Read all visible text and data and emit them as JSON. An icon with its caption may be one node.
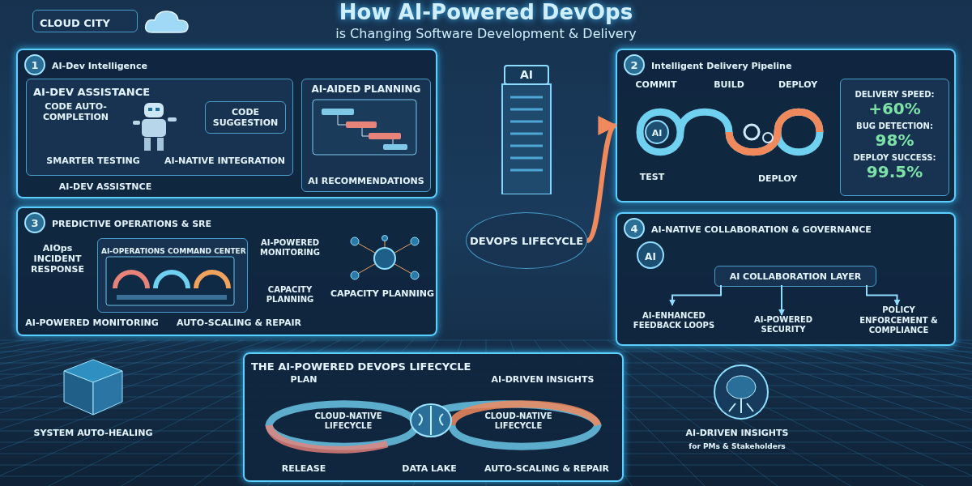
{
  "diagram": {
    "title": "How AI-Powered DevOps",
    "nodes": [
      {
        "text": [
          "CLOUD CITY"
        ]
      },
      {
        "text": [
          "1",
          "AI-Dev Intelligence"
        ]
      },
      {
        "text": [
          "AI-DEV ASSISTANCE"
        ],
        "in": 1
      },
      {
        "text": [
          "CODE SUGGESTION"
        ],
        "in": 2
      },
      {
        "text": [
          "AI-AIDED PLANNING",
          "AI RECOMMENDATIONS"
        ],
        "in": 1
      },
      {
        "text": [
          "2",
          "Intelligent Delivery Pipeline"
        ]
      },
      {
        "text": [
          "DELIVERY SPEED:",
          "+60%",
          "BUG DETECTION:",
          "98%",
          "DEPLOY SUCCESS:",
          "99.5%"
        ],
        "in": 5
      },
      {
        "text": [
          "DEVOPS LIFECYCLE"
        ]
      },
      {
        "text": [
          "3",
          "PREDICTIVE OPERATIONS & SRE"
        ]
      },
      {
        "text": [
          "AI-OPERATIONS COMMAND CENTER"
        ],
        "in": 8
      },
      {
        "text": [
          "4",
          "AI-NATIVE COLLABORATION & GOVERNANCE"
        ]
      },
      {
        "text": [
          "AI COLLABORATION LAYER"
        ],
        "in": 10
      },
      {
        "text": [
          "AI-ENHANCED FEEDBACK LOOPS"
        ],
        "in": 10
      },
      {
        "text": [
          "AI-POWERED SECURITY"
        ],
        "in": 10
      },
      {
        "text": [
          "POLICY ENFORCEMENT & COMPLIANCE"
        ],
        "in": 10
      },
      {
        "text": [
          "THE AI-POWERED DEVOPS LIFECYCLE"
        ]
      }
    ],
    "edges": [
      {
        "from": 7,
        "to": 5,
        "arrow": "to",
        "style": "thick",
        "color": "#f08a5d"
      },
      {
        "from": 11,
        "to": 12,
        "arrow": "to"
      },
      {
        "from": 11,
        "to": 13,
        "arrow": "to"
      },
      {
        "from": 11,
        "to": 14,
        "arrow": "to"
      }
    ],
    "labels": [
      "is Changing Software Development & Delivery",
      "AI",
      "CODE AUTO-COMPLETION",
      "SMARTER TESTING",
      "AI-NATIVE INTEGRATION",
      "COMMIT",
      "BUILD",
      "DEPLOY",
      "AI",
      "TEST",
      "DEPLOY",
      "AI-DEV ASSISTNCE",
      "AIOps INCIDENT RESPONSE",
      "AI-POWERED MONITORING",
      "CAPACITY PLANNING",
      "CAPACITY PLANNING",
      "AI-POWERED MONITORING",
      "AUTO-SCALING & REPAIR",
      "AI",
      "PLAN",
      "AI-DRIVEN INSIGHTS",
      "CLOUD-NATIVE LIFECYCLE",
      "CLOUD-NATIVE LIFECYCLE",
      "RELEASE",
      "DATA LAKE",
      "AUTO-SCALING & REPAIR",
      "SYSTEM AUTO-HEALING",
      "AI-DRIVEN INSIGHTS",
      "for PMs & Stakeholders"
    ]
  }
}
